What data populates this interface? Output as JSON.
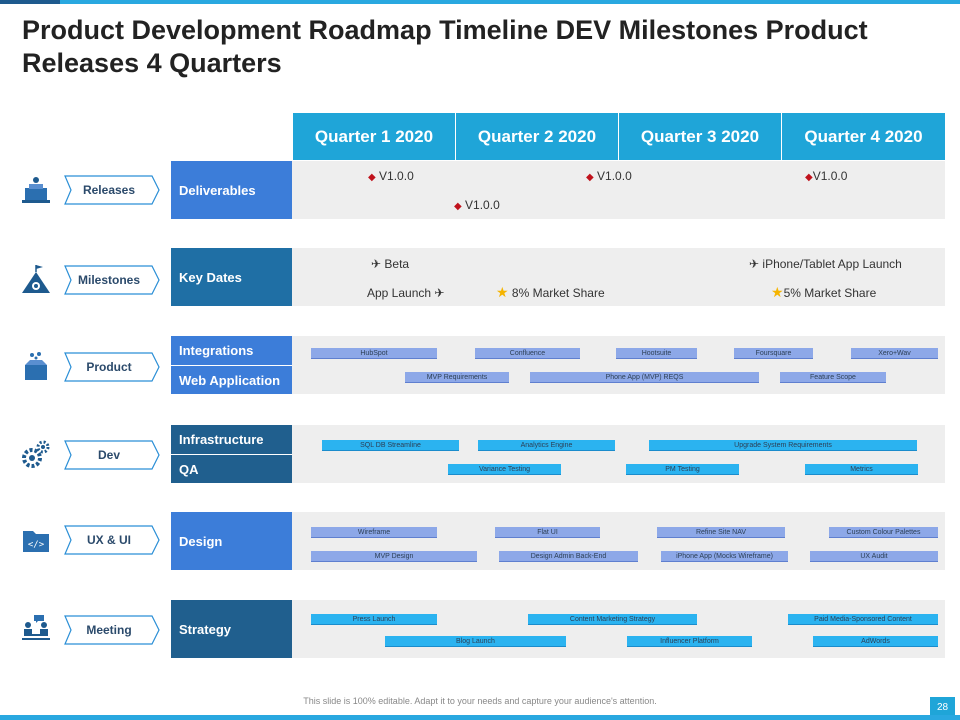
{
  "title": "Product Development Roadmap Timeline DEV Milestones Product Releases 4 Quarters",
  "quarters": [
    "Quarter 1 2020",
    "Quarter 2 2020",
    "Quarter 3 2020",
    "Quarter 4 2020"
  ],
  "categories": {
    "releases": "Releases",
    "milestones": "Milestones",
    "product": "Product",
    "dev": "Dev",
    "ux": "UX & UI",
    "meeting": "Meeting"
  },
  "labels": {
    "deliverables": "Deliverables",
    "key_dates": "Key Dates",
    "integrations": "Integrations",
    "web_application": "Web Application",
    "infrastructure": "Infrastructure",
    "qa": "QA",
    "design": "Design",
    "strategy": "Strategy"
  },
  "deliverables": [
    "V1.0.0",
    "V1.0.0",
    "V1.0.0",
    "V1.0.0"
  ],
  "key_dates": {
    "beta": "Beta",
    "app_launch": "App Launch",
    "market_share_8": "8% Market Share",
    "iphone_launch": "iPhone/Tablet App Launch",
    "market_share_5": "5% Market Share"
  },
  "bars": {
    "integrations": [
      "HubSpot",
      "Confluence",
      "Hootsuite",
      "Foursquare",
      "Xero+Wav"
    ],
    "web_application": [
      "MVP Requirements",
      "Phone App  (MVP) REQS",
      "Feature  Scope"
    ],
    "infrastructure": [
      "SQL DB Streamline",
      "Analytics Engine",
      "Upgrade  System  Requirements"
    ],
    "qa": [
      "Variance  Testing",
      "PM Testing",
      "Metrics"
    ],
    "design_1": [
      "Wireframe",
      "Flat UI",
      "Refine Site NAV",
      "Custom Colour Palettes"
    ],
    "design_2": [
      "MVP Design",
      "Design Admin Back-End",
      "iPhone  App  (Mocks Wireframe)",
      "UX Audit"
    ],
    "strategy_1": [
      "Press Launch",
      "Content  Marketing  Strategy",
      "Paid Media-Sponsored  Content"
    ],
    "strategy_2": [
      "Blog Launch",
      "Influencer  Platform",
      "AdWords"
    ]
  },
  "footer": "This slide is 100% editable. Adapt it to your needs and capture your audience's attention.",
  "page_number": "28",
  "colors": {
    "header": "#1fa5d8",
    "label": "#1f6fa5",
    "label_alt": "#3c7dd9",
    "bar_lavender": "#8da8e8",
    "bar_sky": "#2bb3f0"
  }
}
